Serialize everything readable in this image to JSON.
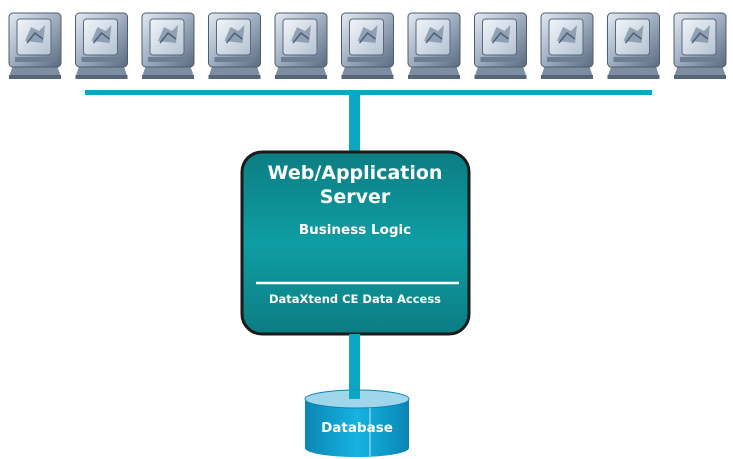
{
  "client_count": 11,
  "server": {
    "title_line1": "Web/Application",
    "title_line2": "Server",
    "business_logic": "Business Logic",
    "data_access": "DataXtend CE  Data Access"
  },
  "database": {
    "label": "Database"
  },
  "colors": {
    "network_line": "#0aa6c4",
    "server_fill": "#0a8d93",
    "server_border": "#1a1a1a",
    "database_fill": "#0c9bc8",
    "monitor_body": "#8fa0b4"
  }
}
